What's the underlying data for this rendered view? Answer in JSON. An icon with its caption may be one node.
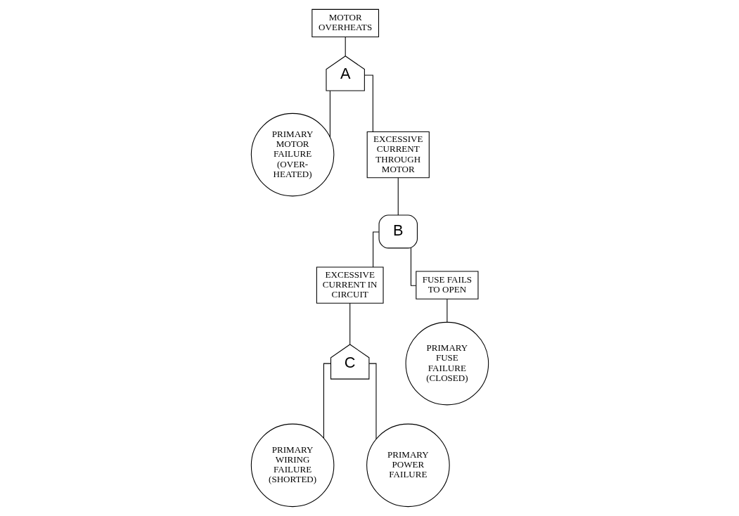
{
  "diagram": {
    "nodes": [
      {
        "text": [
          "MOTOR OVERHEATS"
        ]
      },
      {
        "text": [
          "A"
        ]
      },
      {
        "text": [
          "PRIMARY MOTOR FAILURE (OVER-HEATED)"
        ]
      },
      {
        "text": [
          "EXCESSIVE CURRENT THROUGH MOTOR"
        ]
      },
      {
        "text": [
          "B"
        ]
      },
      {
        "text": [
          "EXCESSIVE CURRENT IN CIRCUIT"
        ]
      },
      {
        "text": [
          "FUSE FAILS TO OPEN"
        ]
      },
      {
        "text": [
          "C"
        ]
      },
      {
        "text": [
          "PRIMARY WIRING FAILURE (SHORTED)"
        ]
      },
      {
        "text": [
          "PRIMARY POWER FAILURE"
        ]
      },
      {
        "text": [
          "PRIMARY FUSE FAILURE (CLOSED)"
        ]
      }
    ],
    "edges": [
      {
        "from": 0,
        "to": 1,
        "arrow": "none"
      },
      {
        "from": 1,
        "to": 2,
        "arrow": "none"
      },
      {
        "from": 1,
        "to": 3,
        "arrow": "none"
      },
      {
        "from": 3,
        "to": 4,
        "arrow": "none"
      },
      {
        "from": 4,
        "to": 5,
        "arrow": "none"
      },
      {
        "from": 4,
        "to": 6,
        "arrow": "none"
      },
      {
        "from": 5,
        "to": 7,
        "arrow": "none"
      },
      {
        "from": 7,
        "to": 8,
        "arrow": "none"
      },
      {
        "from": 7,
        "to": 9,
        "arrow": "none"
      },
      {
        "from": 6,
        "to": 10,
        "arrow": "none"
      }
    ]
  }
}
